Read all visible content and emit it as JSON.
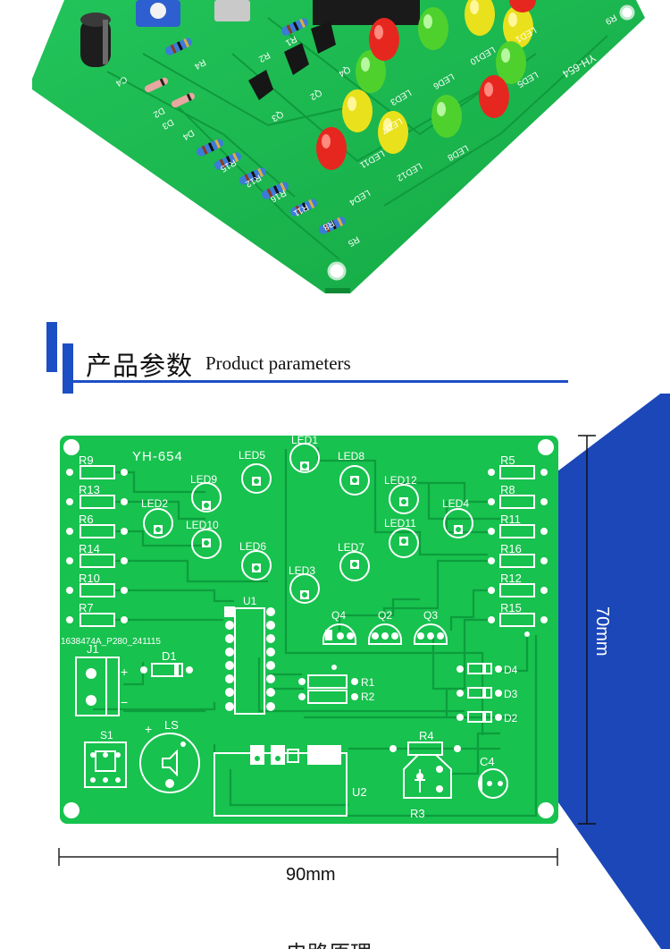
{
  "section": {
    "title_cn": "产品参数",
    "title_en": "Product parameters"
  },
  "photo": {
    "labels": [
      {
        "id": "c4",
        "text": "C4"
      },
      {
        "id": "r4",
        "text": "R4"
      },
      {
        "id": "d2",
        "text": "D2"
      },
      {
        "id": "d3",
        "text": "D3"
      },
      {
        "id": "d4",
        "text": "D4"
      },
      {
        "id": "r15",
        "text": "R15"
      },
      {
        "id": "r12",
        "text": "R12"
      },
      {
        "id": "r16",
        "text": "R16"
      },
      {
        "id": "r11",
        "text": "R11"
      },
      {
        "id": "r8",
        "text": "R8"
      },
      {
        "id": "r5",
        "text": "R5"
      },
      {
        "id": "r2",
        "text": "R2"
      },
      {
        "id": "r1",
        "text": "R1"
      },
      {
        "id": "q2",
        "text": "Q2"
      },
      {
        "id": "q3",
        "text": "Q3"
      },
      {
        "id": "q4",
        "text": "Q4"
      },
      {
        "id": "led4",
        "text": "LED4"
      },
      {
        "id": "led12",
        "text": "LED12"
      },
      {
        "id": "led11",
        "text": "LED11"
      },
      {
        "id": "led7",
        "text": "LED7"
      },
      {
        "id": "led3",
        "text": "LED3"
      },
      {
        "id": "led6",
        "text": "LED6"
      },
      {
        "id": "led8",
        "text": "LED8"
      },
      {
        "id": "led10",
        "text": "LED10"
      },
      {
        "id": "led5",
        "text": "LED5"
      },
      {
        "id": "led1",
        "text": "LED1"
      },
      {
        "id": "r9",
        "text": "R9"
      },
      {
        "id": "model",
        "text": "YH-654"
      }
    ]
  },
  "board": {
    "model": "YH-654",
    "serial": "1638474A_P280_241115",
    "width_label": "90mm",
    "height_label": "70mm",
    "colors": {
      "pcb": "#17c24e",
      "silk": "#ffffff",
      "accent": "#1d4fc4"
    },
    "resistors_left": [
      "R9",
      "R13",
      "R6",
      "R14",
      "R10",
      "R7"
    ],
    "resistors_right": [
      "R5",
      "R8",
      "R11",
      "R16",
      "R12",
      "R15"
    ],
    "leds": [
      {
        "id": "led1",
        "text": "LED1"
      },
      {
        "id": "led2",
        "text": "LED2"
      },
      {
        "id": "led3",
        "text": "LED3"
      },
      {
        "id": "led4",
        "text": "LED4"
      },
      {
        "id": "led5",
        "text": "LED5"
      },
      {
        "id": "led6",
        "text": "LED6"
      },
      {
        "id": "led7",
        "text": "LED7"
      },
      {
        "id": "led8",
        "text": "LED8"
      },
      {
        "id": "led9",
        "text": "LED9"
      },
      {
        "id": "led10",
        "text": "LED10"
      },
      {
        "id": "led11",
        "text": "LED11"
      },
      {
        "id": "led12",
        "text": "LED12"
      }
    ],
    "labels": {
      "u1": "U1",
      "u2": "U2",
      "q2": "Q2",
      "q3": "Q3",
      "q4": "Q4",
      "r1": "R1",
      "r2": "R2",
      "r3": "R3",
      "r4": "R4",
      "d1": "D1",
      "d2": "D2",
      "d3": "D3",
      "d4": "D4",
      "j1": "J1",
      "s1": "S1",
      "ls": "LS",
      "c4": "C4",
      "plus": "+",
      "minus": "−"
    }
  },
  "next_section": {
    "partial_title": "电路原理"
  }
}
